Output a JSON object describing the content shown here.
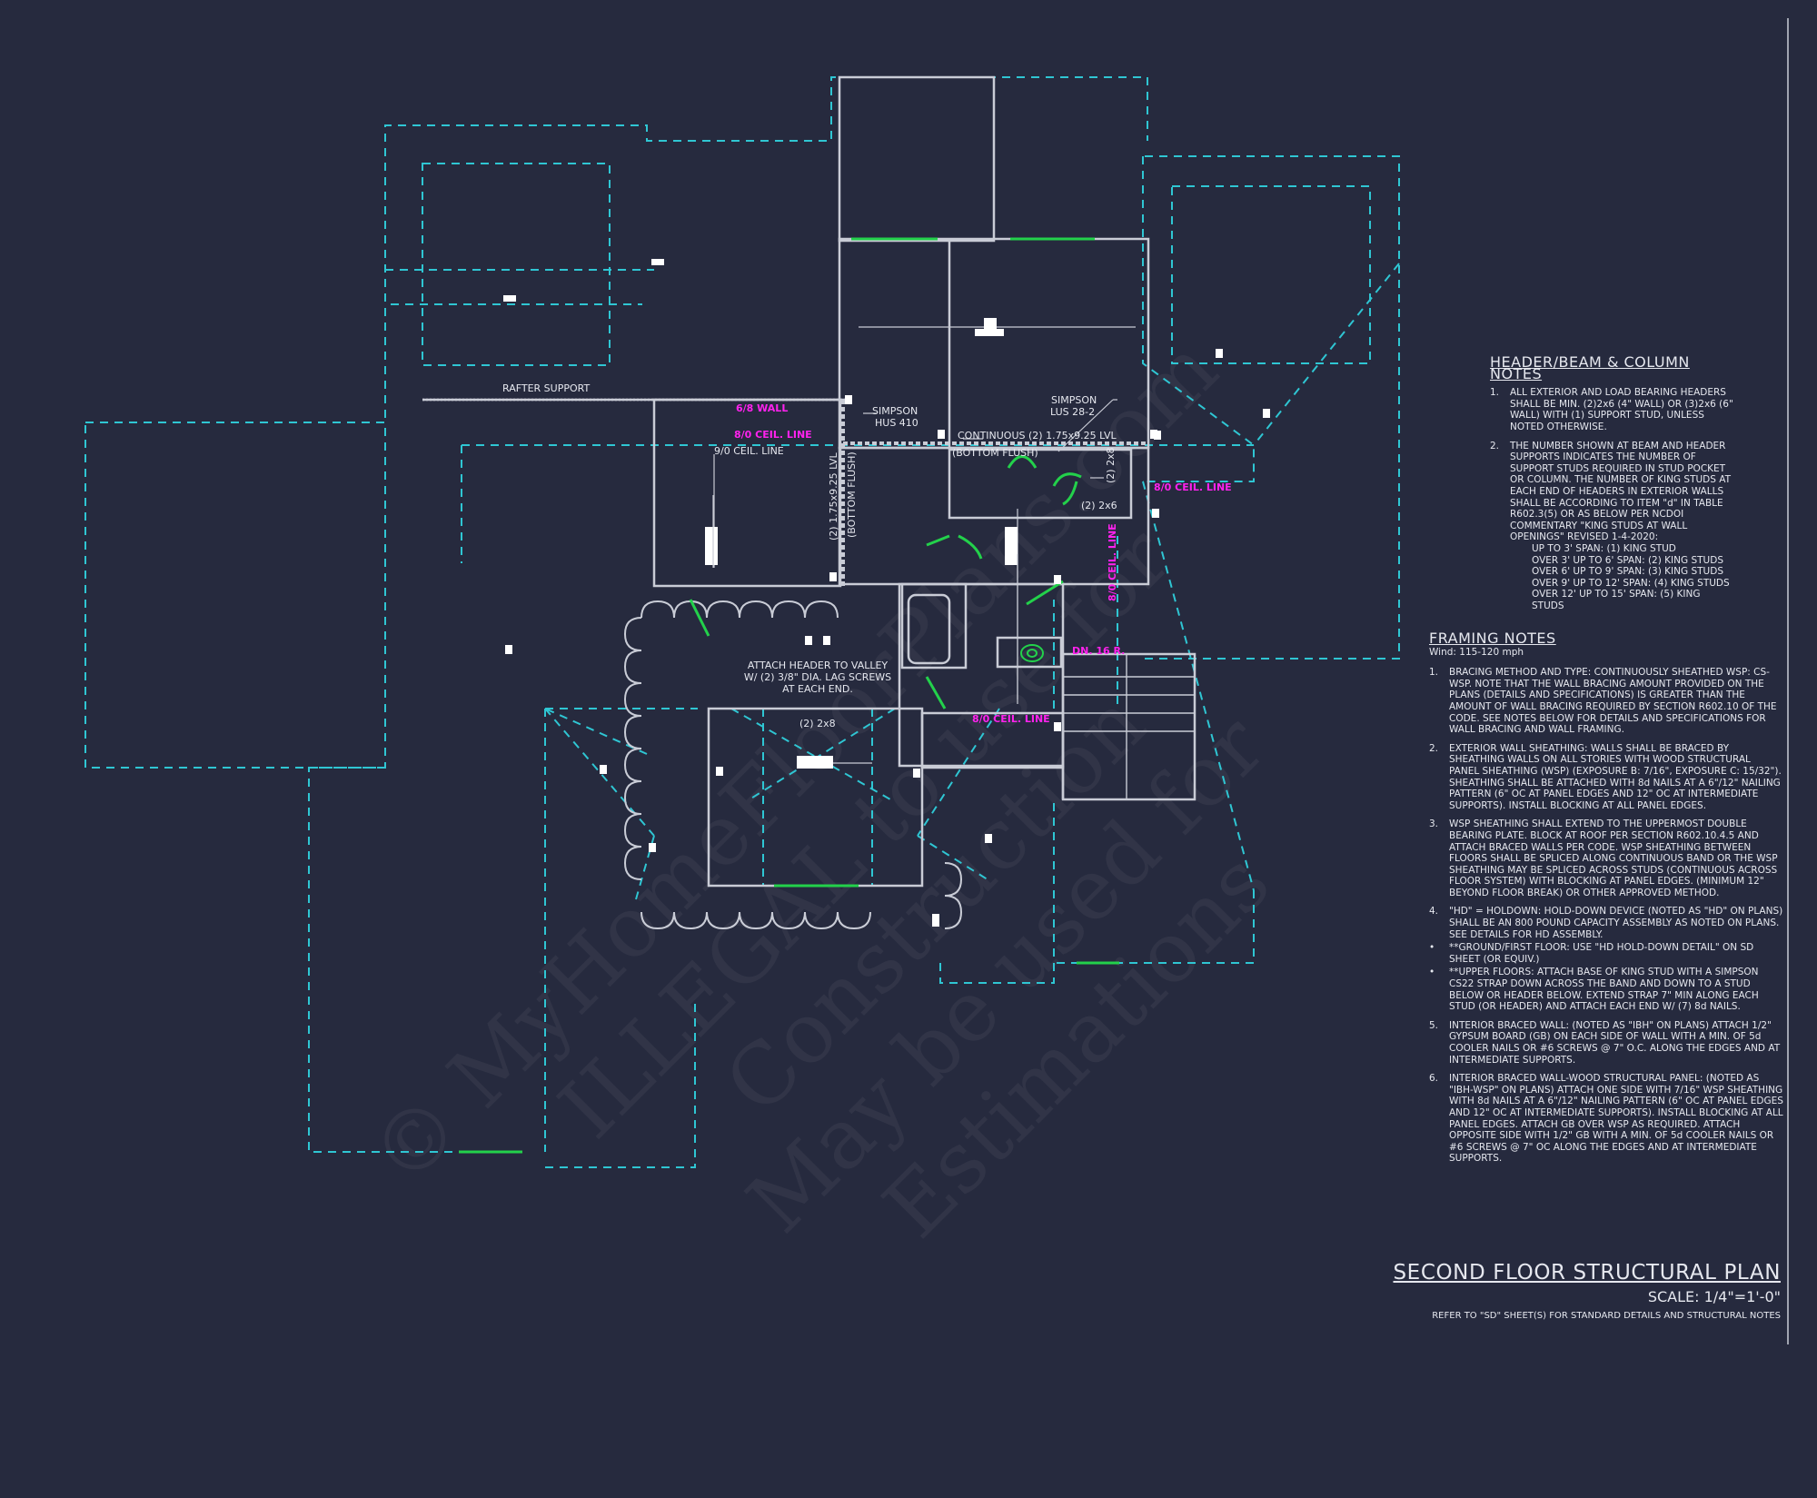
{
  "watermark": {
    "line1": "© MyHomeFloorPlans.com",
    "line2": "ILLEGAL to use for Construction",
    "line3": "May be used for Estimations"
  },
  "plan_labels": {
    "rafter_support": "RAFTER SUPPORT",
    "wall_6_8": "6/8 WALL",
    "ceil_8_0_a": "8/0 CEIL. LINE",
    "ceil_9_0": "9/0 CEIL. LINE",
    "simpson_hus_1": "SIMPSON",
    "simpson_hus_2": "HUS 410",
    "simpson_lus_1": "SIMPSON",
    "simpson_lus_2": "LUS 28-2",
    "continuous_lvl": "CONTINUOUS (2) 1.75x9.25 LVL",
    "bottom_flush_1": "(BOTTOM FLUSH)",
    "vert_lvl": "(2) 1.75x9.25 LVL",
    "bottom_flush_2": "(BOTTOM FLUSH)",
    "two_2x8_vert": "(2) 2x8",
    "two_2x6": "(2) 2x6",
    "ceil_8_0_b": "8/0 CEIL. LINE",
    "ceil_8_0_c": "8/0 CEIL. LINE",
    "ceil_8_0_d": "8/0 CEIL. LINE",
    "dn_16r": "DN. 16 R.",
    "attach_1": "ATTACH HEADER TO VALLEY",
    "attach_2": "W/ (2) 3/8\" DIA. LAG SCREWS",
    "attach_3": "AT EACH END.",
    "two_2x8_horiz": "(2) 2x8"
  },
  "header_notes": {
    "title": "HEADER/BEAM & COLUMN NOTES",
    "item1_num": "1.",
    "item1": "ALL EXTERIOR AND LOAD BEARING HEADERS SHALL BE MIN. (2)2x6 (4\" WALL) OR (3)2x6 (6\" WALL) WITH (1) SUPPORT STUD, UNLESS NOTED OTHERWISE.",
    "item2_num": "2.",
    "item2": "THE NUMBER SHOWN AT BEAM AND HEADER SUPPORTS INDICATES THE NUMBER OF SUPPORT STUDS REQUIRED IN STUD POCKET OR COLUMN. THE NUMBER OF KING STUDS AT EACH END OF HEADERS IN EXTERIOR WALLS SHALL BE ACCORDING TO ITEM \"d\" IN TABLE R602.3(5) OR AS BELOW PER NCDOI COMMENTARY \"KING STUDS AT WALL OPENINGS\" REVISED 1-4-2020:",
    "bullets": [
      "UP TO 3' SPAN: (1) KING STUD",
      "OVER 3' UP TO 6' SPAN: (2) KING STUDS",
      "OVER 6' UP TO 9' SPAN: (3) KING STUDS",
      "OVER 9' UP TO 12' SPAN: (4) KING STUDS",
      "OVER 12' UP TO 15' SPAN: (5) KING STUDS"
    ]
  },
  "framing_notes": {
    "title": "FRAMING NOTES",
    "wind": "Wind: 115-120 mph",
    "items": [
      {
        "n": "1.",
        "t": "BRACING METHOD AND TYPE: CONTINUOUSLY SHEATHED WSP: CS-WSP. NOTE THAT THE WALL BRACING AMOUNT PROVIDED ON THE PLANS (DETAILS AND SPECIFICATIONS) IS GREATER THAN THE AMOUNT OF WALL BRACING REQUIRED BY SECTION R602.10 OF THE CODE. SEE NOTES BELOW FOR DETAILS AND SPECIFICATIONS FOR WALL BRACING AND WALL FRAMING."
      },
      {
        "n": "2.",
        "t": "EXTERIOR WALL SHEATHING: WALLS SHALL BE BRACED BY SHEATHING WALLS ON ALL STORIES WITH WOOD STRUCTURAL PANEL SHEATHING (WSP) (EXPOSURE B: 7/16\", EXPOSURE C: 15/32\"). SHEATHING SHALL BE ATTACHED WITH 8d NAILS AT A 6\"/12\" NAILING PATTERN (6\" OC AT PANEL EDGES AND 12\" OC AT INTERMEDIATE SUPPORTS). INSTALL BLOCKING AT ALL PANEL EDGES."
      },
      {
        "n": "3.",
        "t": "WSP SHEATHING SHALL EXTEND TO THE UPPERMOST DOUBLE BEARING PLATE. BLOCK AT ROOF PER SECTION R602.10.4.5 AND ATTACH BRACED WALLS PER CODE. WSP SHEATHING BETWEEN FLOORS SHALL BE SPLICED ALONG CONTINUOUS BAND OR THE WSP SHEATHING MAY BE SPLICED ACROSS STUDS (CONTINUOUS ACROSS FLOOR SYSTEM) WITH BLOCKING AT PANEL EDGES. (MINIMUM 12\" BEYOND FLOOR BREAK) OR OTHER APPROVED METHOD."
      },
      {
        "n": "4.",
        "t": "\"HD\" = HOLDOWN: HOLD-DOWN DEVICE (NOTED AS \"HD\" ON PLANS) SHALL BE AN 800 POUND CAPACITY ASSEMBLY AS NOTED ON PLANS. SEE DETAILS FOR HD ASSEMBLY."
      },
      {
        "n": "•",
        "t": "**GROUND/FIRST FLOOR: USE \"HD HOLD-DOWN DETAIL\" ON SD SHEET (OR EQUIV.)"
      },
      {
        "n": "•",
        "t": "**UPPER FLOORS: ATTACH BASE OF KING STUD WITH A SIMPSON CS22 STRAP DOWN ACROSS THE BAND AND DOWN TO A STUD BELOW OR HEADER BELOW. EXTEND STRAP 7\" MIN ALONG EACH STUD (OR HEADER) AND ATTACH EACH END W/ (7) 8d NAILS."
      },
      {
        "n": "5.",
        "t": "INTERIOR BRACED WALL: (NOTED AS \"IBH\" ON PLANS) ATTACH 1/2\" GYPSUM BOARD (GB) ON EACH SIDE OF WALL WITH A MIN. OF 5d COOLER NAILS OR #6 SCREWS @ 7\" O.C. ALONG THE EDGES AND AT INTERMEDIATE SUPPORTS."
      },
      {
        "n": "6.",
        "t": "INTERIOR BRACED WALL-WOOD STRUCTURAL PANEL: (NOTED AS \"IBH-WSP\" ON PLANS) ATTACH ONE SIDE WITH 7/16\" WSP SHEATHING WITH 8d NAILS AT A 6\"/12\" NAILING PATTERN (6\" OC AT PANEL EDGES AND 12\" OC AT INTERMEDIATE SUPPORTS). INSTALL BLOCKING AT ALL PANEL EDGES. ATTACH GB OVER WSP AS REQUIRED. ATTACH OPPOSITE SIDE WITH 1/2\" GB WITH A MIN. OF 5d COOLER NAILS OR #6 SCREWS @ 7\" OC ALONG THE EDGES AND AT INTERMEDIATE SUPPORTS."
      }
    ]
  },
  "title_block": {
    "title": "SECOND FLOOR STRUCTURAL PLAN",
    "scale": "SCALE: 1/4\"=1'-0\"",
    "refer": "REFER TO \"SD\" SHEET(S) FOR STANDARD DETAILS AND STRUCTURAL NOTES"
  },
  "colors": {
    "background": "#262a3e",
    "roof_line": "#2fc6d3",
    "wall_line": "#c9ccd6",
    "window_green": "#23d14b",
    "callout_magenta": "#ff22ee"
  }
}
